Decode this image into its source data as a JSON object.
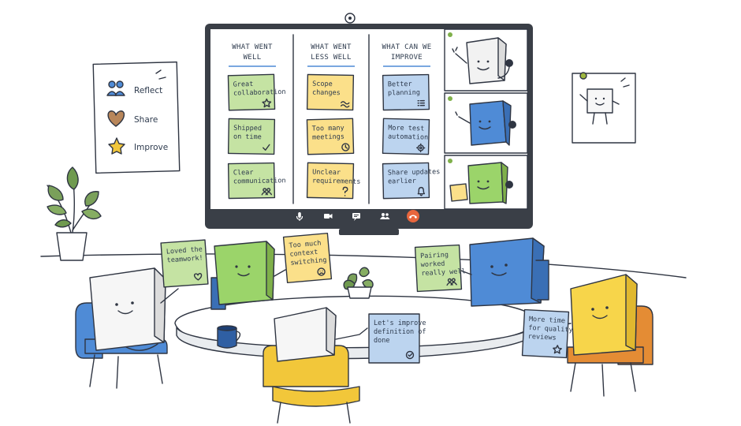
{
  "legend": {
    "items": [
      {
        "label": "Reflect",
        "icon": "people-icon"
      },
      {
        "label": "Share",
        "icon": "heart-icon"
      },
      {
        "label": "Improve",
        "icon": "star-icon"
      }
    ]
  },
  "board": {
    "columns": [
      {
        "heading": [
          "WHAT WENT",
          "WELL"
        ],
        "notes": [
          {
            "lines": [
              "Great",
              "collaboration"
            ],
            "icon": "star-icon"
          },
          {
            "lines": [
              "Shipped",
              "on time"
            ],
            "icon": "check-icon"
          },
          {
            "lines": [
              "Clear",
              "communication"
            ],
            "icon": "people-icon"
          }
        ]
      },
      {
        "heading": [
          "WHAT WENT",
          "LESS WELL"
        ],
        "notes": [
          {
            "lines": [
              "Scope",
              "changes"
            ],
            "icon": "wave-icon"
          },
          {
            "lines": [
              "Too many",
              "meetings"
            ],
            "icon": "clock-icon"
          },
          {
            "lines": [
              "Unclear",
              "requirements"
            ],
            "icon": "question-icon"
          }
        ]
      },
      {
        "heading": [
          "WHAT CAN WE",
          "IMPROVE"
        ],
        "notes": [
          {
            "lines": [
              "Better",
              "planning"
            ],
            "icon": "list-icon"
          },
          {
            "lines": [
              "More test",
              "automation"
            ],
            "icon": "gear-icon"
          },
          {
            "lines": [
              "Share updates",
              "earlier"
            ],
            "icon": "bell-icon"
          }
        ]
      }
    ]
  },
  "controls": [
    "mic-icon",
    "camera-icon",
    "chat-icon",
    "participants-icon",
    "end-call-icon"
  ],
  "floating_notes": [
    {
      "lines": [
        "Loved the",
        "teamwork!"
      ],
      "icon": "heart-icon"
    },
    {
      "lines": [
        "Too much",
        "context",
        "switching"
      ],
      "icon": "sad-face-icon"
    },
    {
      "lines": [
        "Pairing",
        "worked",
        "really well"
      ],
      "icon": "people-icon"
    },
    {
      "lines": [
        "Let's improve",
        "definition of",
        "done"
      ],
      "icon": "check-circle-icon"
    },
    {
      "lines": [
        "More time",
        "for quality",
        "reviews"
      ],
      "icon": "star-icon"
    }
  ],
  "colors": {
    "green_note": "#c5e3a3",
    "yellow_note": "#fbe08a",
    "blue_note": "#bcd4ef",
    "accent_blue": "#4f8bd6",
    "end_call": "#e8663d",
    "screen_frame": "#3a3f47"
  }
}
